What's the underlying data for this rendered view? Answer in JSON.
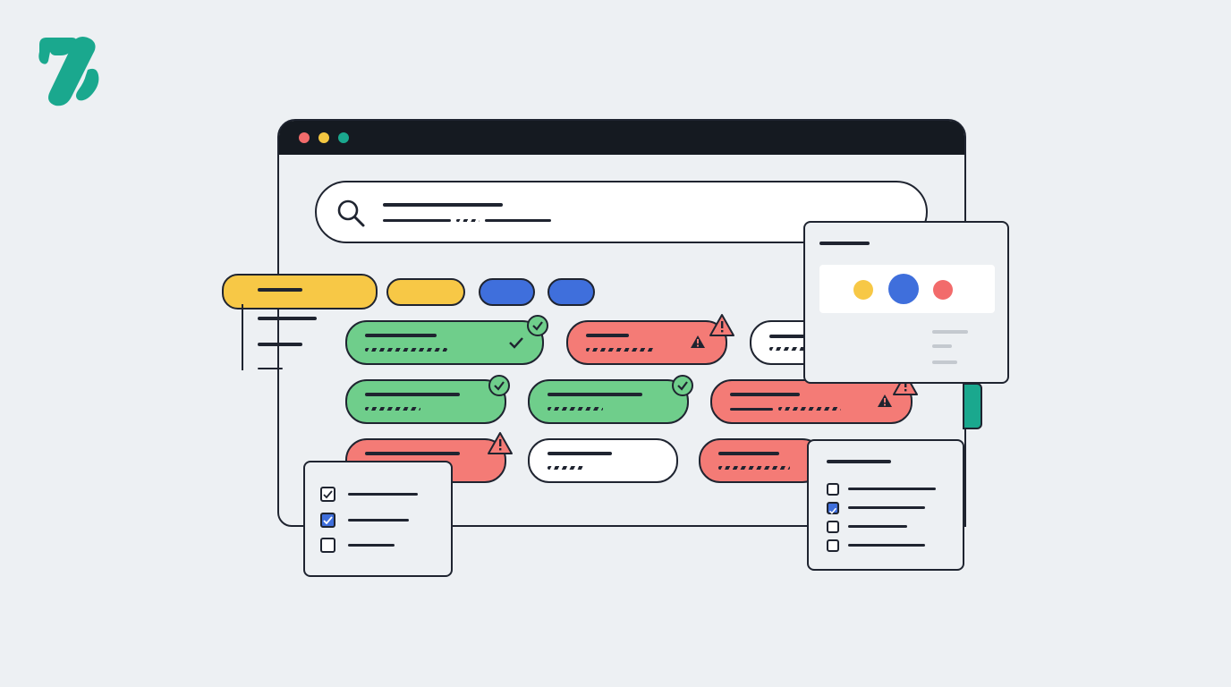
{
  "brand": {
    "logo_icon": "stylized-slash-logo",
    "logo_color": "#1aa88e"
  },
  "window": {
    "traffic_lights": [
      "#f26b6b",
      "#f4c741",
      "#1aa88e"
    ],
    "title_bar_color": "#151a21"
  },
  "search": {
    "icon": "search-icon"
  },
  "filters": {
    "chips": [
      {
        "name": "filter-chip-yellow-active",
        "color": "#f7c846"
      },
      {
        "name": "filter-chip-yellow",
        "color": "#f7c846"
      },
      {
        "name": "filter-chip-blue",
        "color": "#3f6fdc"
      },
      {
        "name": "filter-chip-blue-small",
        "color": "#3f6fdc"
      }
    ]
  },
  "statuses": {
    "success_color": "#6fce8b",
    "error_color": "#f47b76",
    "neutral_color": "#ffffff",
    "success_icon": "check-circle-icon",
    "error_icon": "warning-triangle-icon"
  },
  "color_picker": {
    "swatches": [
      "#f7c846",
      "#3f6fdc",
      "#f26b6b"
    ],
    "selected": "#3f6fdc"
  },
  "checklist_left": {
    "states": [
      "checked",
      "checked",
      "unchecked"
    ]
  },
  "checklist_right": {
    "states": [
      "unchecked",
      "checked",
      "unchecked",
      "unchecked"
    ]
  }
}
